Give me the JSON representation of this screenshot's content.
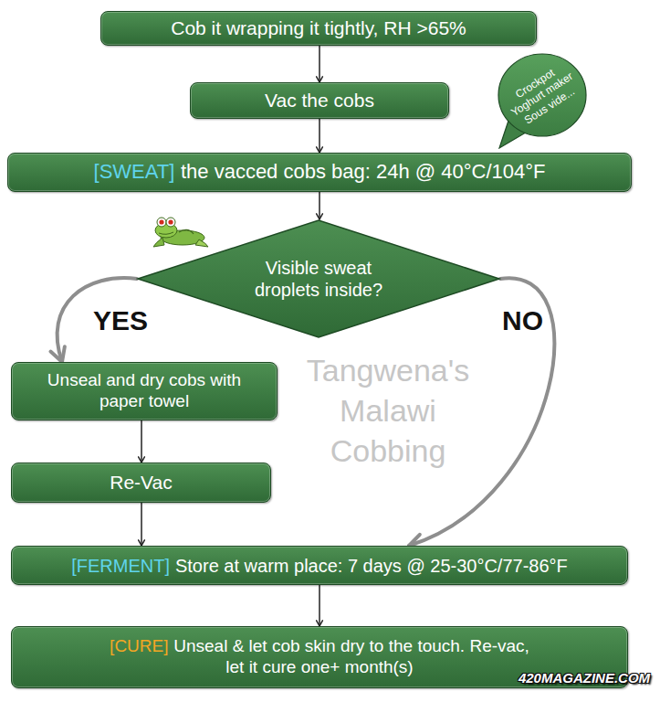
{
  "diagram": {
    "nodes": [
      {
        "text": [
          "Cob it wrapping it tightly, RH >65%"
        ]
      },
      {
        "text": [
          "Vac the cobs"
        ]
      },
      {
        "text": [
          "Crockpot Yoghurt maker Sous vide..."
        ]
      },
      {
        "text": [
          "[SWEAT]",
          "the vacced cobs bag:  24h @ 40°C/104°F"
        ]
      },
      {
        "text": [
          "Visible sweat droplets inside?"
        ]
      },
      {
        "text": [
          "Unseal and dry cobs with paper towel"
        ]
      },
      {
        "text": [
          "Re-Vac"
        ]
      },
      {
        "text": [
          "[FERMENT]",
          "Store at warm place: 7 days @ 25-30°C/77-86°F"
        ]
      },
      {
        "text": [
          "[CURE]",
          "Unseal & let cob skin dry to the touch. Re-vac, let it cure one+ month(s)"
        ]
      }
    ],
    "edges": [
      {
        "from": 0,
        "to": 1,
        "arrow": "to"
      },
      {
        "from": 1,
        "to": 3,
        "arrow": "to"
      },
      {
        "from": 3,
        "to": 4,
        "arrow": "to"
      },
      {
        "from": 4,
        "to": 5,
        "label": "YES",
        "arrow": "to"
      },
      {
        "from": 4,
        "to": 7,
        "label": "NO",
        "arrow": "to"
      },
      {
        "from": 5,
        "to": 6,
        "arrow": "to"
      },
      {
        "from": 6,
        "to": 7,
        "arrow": "to"
      },
      {
        "from": 7,
        "to": 8,
        "arrow": "to"
      }
    ],
    "labels": [
      "Tangwena's Malawi Cobbing",
      "420MAGAZINE.COM"
    ]
  }
}
